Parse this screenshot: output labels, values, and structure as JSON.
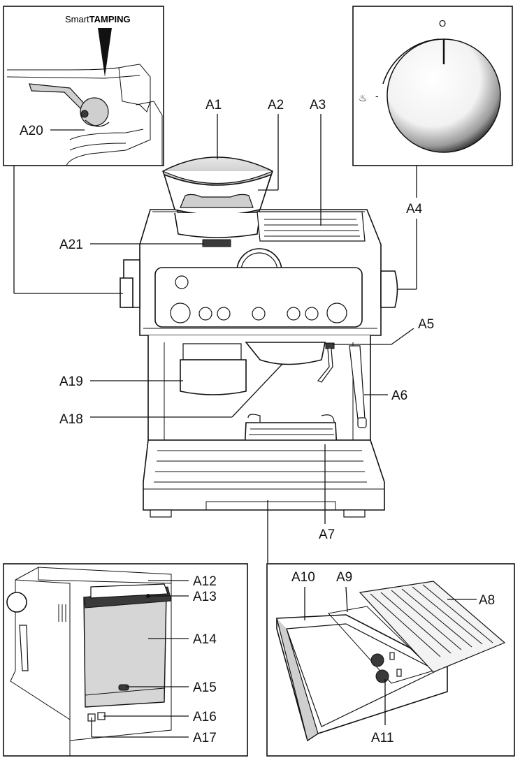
{
  "labels": {
    "a1": "A1",
    "a2": "A2",
    "a3": "A3",
    "a4": "A4",
    "a5": "A5",
    "a6": "A6",
    "a7": "A7",
    "a8": "A8",
    "a9": "A9",
    "a10": "A10",
    "a11": "A11",
    "a12": "A12",
    "a13": "A13",
    "a14": "A14",
    "a15": "A15",
    "a16": "A16",
    "a17": "A17",
    "a18": "A18",
    "a19": "A19",
    "a20": "A20",
    "a21": "A21"
  },
  "tamping_inset": {
    "brand_prefix": "Smart",
    "brand_suffix": "TAMPING"
  },
  "knob_inset": {
    "top_mark": "O",
    "side_mark": "-"
  },
  "colors": {
    "line": "#111111",
    "fill": "#ffffff",
    "shade": "#cfcfcf"
  }
}
